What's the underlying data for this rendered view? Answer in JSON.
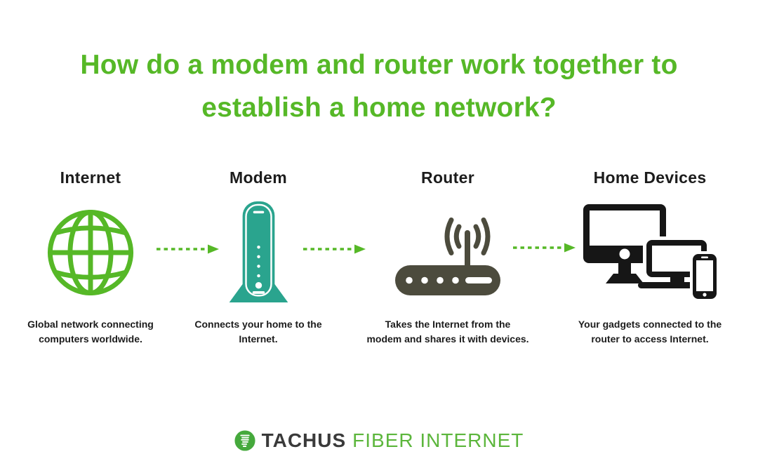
{
  "title": {
    "line1": "How do a modem and router work together to",
    "line2": "establish a home network?"
  },
  "columns": [
    {
      "label": "Internet",
      "icon": "globe-icon",
      "description_line1": "Global network connecting",
      "description_line2": "computers worldwide."
    },
    {
      "label": "Modem",
      "icon": "modem-icon",
      "description_line1": "Connects your home to the",
      "description_line2": "Internet."
    },
    {
      "label": "Router",
      "icon": "router-icon",
      "description_line1": "Takes the Internet from the",
      "description_line2": "modem and shares it with devices."
    },
    {
      "label": "Home Devices",
      "icon": "devices-icon",
      "description_line1": "Your gadgets connected to the",
      "description_line2": "router to access Internet."
    }
  ],
  "connectors": {
    "style": "green-dashed-arrow",
    "count": 3
  },
  "footer": {
    "brand": "TACHUS",
    "tagline": "FIBER INTERNET",
    "logo": "tachus-logo-icon"
  },
  "colors": {
    "accent_green": "#56b827",
    "modem_teal": "#2aa48e",
    "router_gray": "#4c4b3d",
    "device_black": "#161616",
    "text_dark": "#1c1c1c",
    "brand_dark": "#3a3a3a",
    "tagline_green": "#5cb63c",
    "logo_green": "#45a93c",
    "background": "#ffffff"
  }
}
